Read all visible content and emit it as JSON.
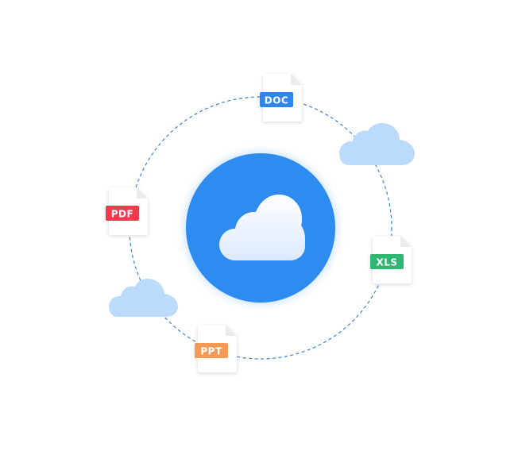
{
  "files": [
    {
      "key": "doc",
      "label": "DOC",
      "color": "#2f86ee"
    },
    {
      "key": "xls",
      "label": "XLS",
      "color": "#2fb673"
    },
    {
      "key": "ppt",
      "label": "PPT",
      "color": "#f49a55"
    },
    {
      "key": "pdf",
      "label": "PDF",
      "color": "#ef3b4d"
    }
  ],
  "colors": {
    "hub": "#2d8cf0",
    "orbit": "#3b82d8",
    "cloud_light": "#bcdafb",
    "cloud_center_top": "#ffffff",
    "cloud_center_bottom": "#dce9fd",
    "file_body": "#ffffff",
    "file_fold": "#e9ebef"
  },
  "icons": {
    "hub": "cloud-icon",
    "decor": "cloud-icon",
    "file": "document-icon"
  }
}
